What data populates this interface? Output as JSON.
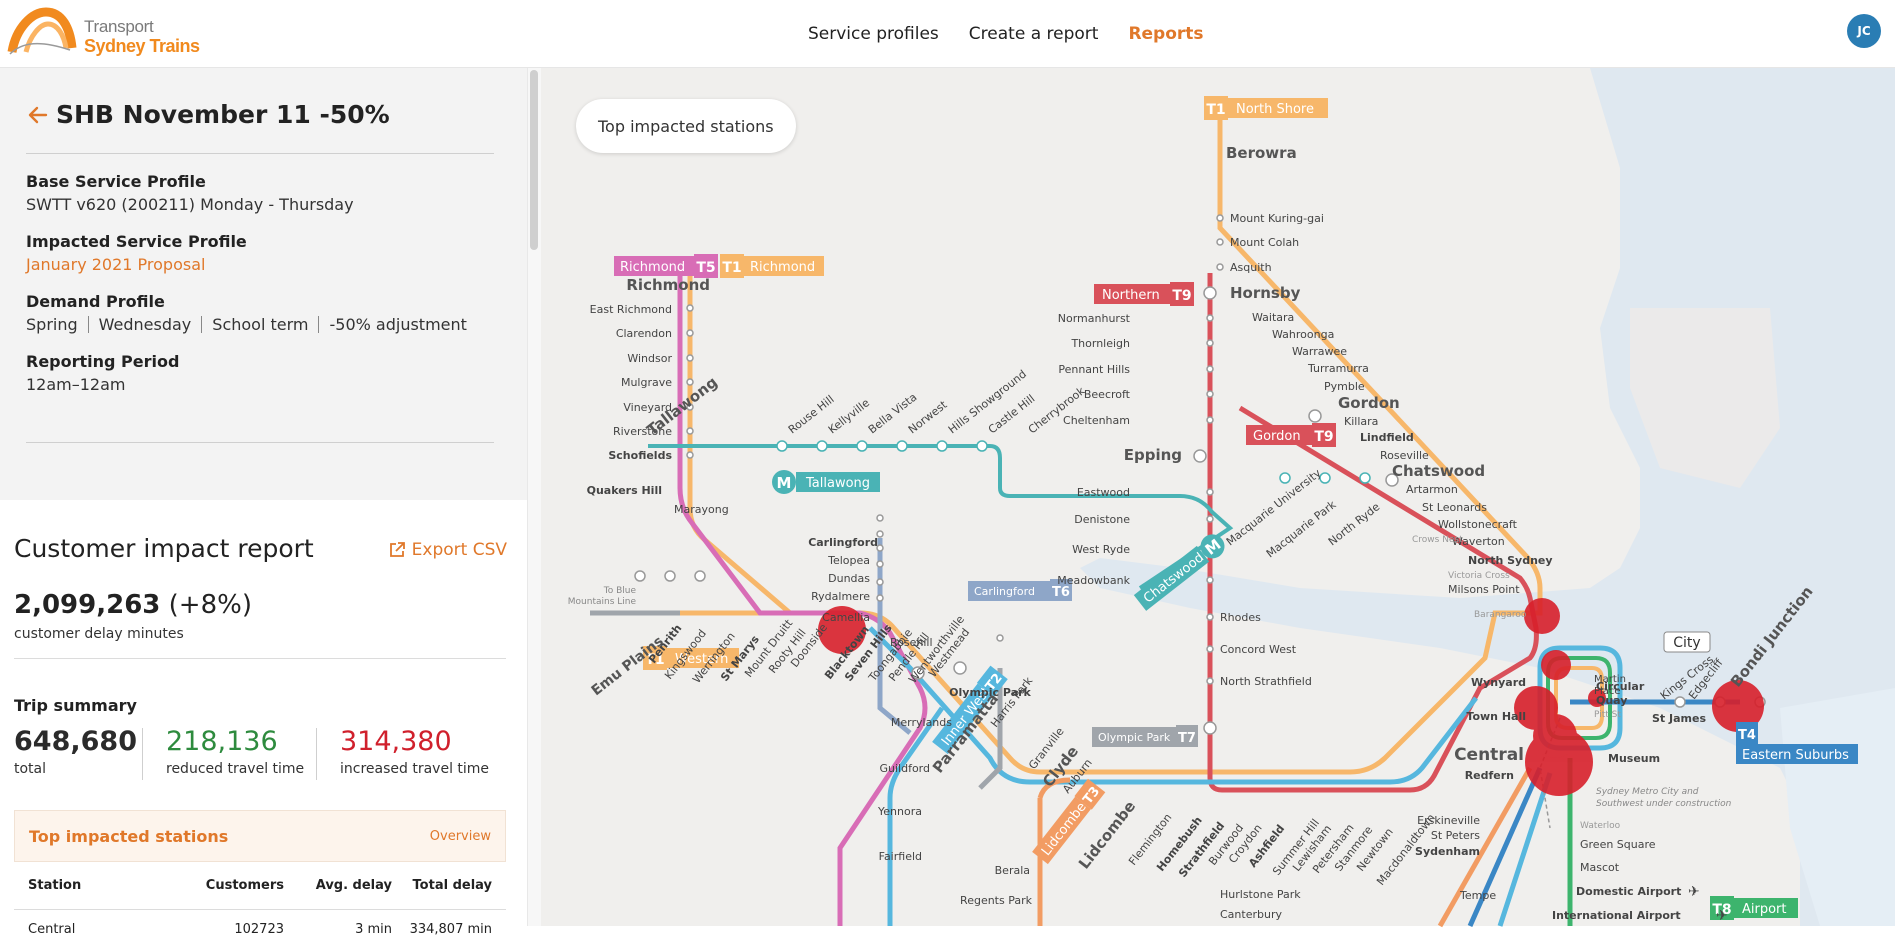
{
  "header": {
    "logo_line1": "Transport",
    "logo_line2": "Sydney Trains",
    "nav": [
      "Service profiles",
      "Create a report",
      "Reports"
    ],
    "active_nav": "Reports",
    "avatar_initials": "JC"
  },
  "profile": {
    "title": "SHB November 11 -50%",
    "base_label": "Base Service Profile",
    "base_value": "SWTT v620 (200211) Monday - Thursday",
    "impacted_label": "Impacted Service Profile",
    "impacted_value": "January 2021 Proposal",
    "demand_label": "Demand Profile",
    "demand_values": [
      "Spring",
      "Wednesday",
      "School term",
      "-50% adjustment"
    ],
    "period_label": "Reporting Period",
    "period_value": "12am–12am"
  },
  "report": {
    "title": "Customer impact report",
    "export_label": "Export CSV",
    "delay_total": "2,099,263",
    "delay_change": "(+8%)",
    "delay_label": "customer delay minutes",
    "trip_summary_label": "Trip summary",
    "trip_total": "648,680",
    "trip_total_label": "total",
    "trip_reduced": "218,136",
    "trip_reduced_label": "reduced travel time",
    "trip_increased": "314,380",
    "trip_increased_label": "increased travel time",
    "table_title": "Top impacted stations",
    "table_link": "Overview",
    "columns": [
      "Station",
      "Customers",
      "Avg. delay",
      "Total delay"
    ],
    "rows": [
      {
        "station": "Central",
        "customers": "102723",
        "avg": "3 min",
        "total": "334,807 min"
      }
    ]
  },
  "map": {
    "chip": "Top impacted stations",
    "colors": {
      "t1": "#f7b76a",
      "t9": "#d9515a",
      "t5": "#d86db6",
      "t2": "#56b7de",
      "t3": "#f29c63",
      "t4": "#3a87c5",
      "t6": "#8ea6c8",
      "t7": "#a0a5ab",
      "t8": "#3db46d",
      "metro": "#4ab3b5",
      "impact": "#d71f2a"
    },
    "labels": {
      "t1ns_badge": "T1",
      "t1ns_name": "North Shore",
      "rich_t5": "T5",
      "rich_t1": "T1",
      "rich_name_l": "Richmond",
      "rich_name_r": "Richmond",
      "northern_name": "Northern",
      "northern_badge": "T9",
      "gordon_name": "Gordon",
      "gordon_badge": "T9",
      "western_badge": "T1",
      "western_name": "Western",
      "carl_name": "Carlingford",
      "carl_badge": "T6",
      "olympic_name": "Olympic Park",
      "olympic_badge": "T7",
      "eastern_badge": "T4",
      "eastern_name": "Eastern Suburbs",
      "airport_badge": "T8",
      "airport_name": "Airport",
      "metro_m": "M",
      "tallawong_badge": "Tallawong",
      "chatswood_badge": "Chatswood",
      "berowra": "Berowra",
      "mount_kuring": "Mount Kuring-gai",
      "mount_colah": "Mount Colah",
      "asquith": "Asquith",
      "hornsby": "Hornsby",
      "waitara": "Waitara",
      "wahroonga": "Wahroonga",
      "warrawee": "Warrawee",
      "turramurra": "Turramurra",
      "pymble": "Pymble",
      "gordon": "Gordon",
      "killara": "Killara",
      "lindfield": "Lindfield",
      "roseville": "Roseville",
      "chatswood": "Chatswood",
      "artarmon": "Artarmon",
      "st_leonards": "St Leonards",
      "wollstonecraft": "Wollstonecraft",
      "waverton": "Waverton",
      "north_sydney": "North Sydney",
      "crows_nest": "Crows Nest",
      "victoria_cross": "Victoria Cross",
      "milsons_point": "Milsons Point",
      "barangaroo": "Barangaroo",
      "normanhurst": "Normanhurst",
      "thornleigh": "Thornleigh",
      "pennant_hills": "Pennant Hills",
      "beecroft": "Beecroft",
      "cheltenham": "Cheltenham",
      "epping": "Epping",
      "eastwood": "Eastwood",
      "denistone": "Denistone",
      "west_ryde": "West Ryde",
      "meadowbank": "Meadowbank",
      "rhodes": "Rhodes",
      "concord_west": "Concord West",
      "north_strathfield": "North Strathfield",
      "richmond": "Richmond",
      "east_richmond": "East Richmond",
      "clarendon": "Clarendon",
      "windsor": "Windsor",
      "mulgrave": "Mulgrave",
      "vineyard": "Vineyard",
      "riverstone": "Riverstone",
      "schofields": "Schofields",
      "quakers_hill": "Quakers Hill",
      "marayong": "Marayong",
      "tallawong": "Tallawong",
      "rouse_hill": "Rouse Hill",
      "kellyville": "Kellyville",
      "bella_vista": "Bella Vista",
      "norwest": "Norwest",
      "hills_showground": "Hills Showground",
      "castle_hill": "Castle Hill",
      "cherrybrook": "Cherrybrook",
      "macquarie_university": "Macquarie University",
      "macquarie_park": "Macquarie Park",
      "north_ryde": "North Ryde",
      "to_blue_1": "To Blue",
      "to_blue_2": "Mountains Line",
      "emu_plains": "Emu Plains",
      "penrith": "Penrith",
      "kingswood": "Kingswood",
      "werrington": "Werrington",
      "st_marys": "St Marys",
      "mount_druitt": "Mount Druitt",
      "rooty_hill": "Rooty Hill",
      "doonside": "Doonside",
      "blacktown": "Blacktown",
      "seven_hills": "Seven Hills",
      "toongabbie": "Toongabbie",
      "pendle_hill": "Pendle Hill",
      "wentworthville": "Wentworthville",
      "westmead": "Westmead",
      "parramatta": "Parramatta",
      "harris_park": "Harris Park",
      "inner_west_badge": "Inner West",
      "inner_west_t": "T2",
      "carlingford": "Carlingford",
      "telopea": "Telopea",
      "dundas": "Dundas",
      "rydalmere": "Rydalmere",
      "camellia": "Camellia",
      "rosehill": "Rosehill",
      "olympic_park": "Olympic Park",
      "clyde": "Clyde",
      "granville": "Granville",
      "auburn": "Auburn",
      "lidcombe": "Lidcombe",
      "lidcombe_badge": "Lidcombe",
      "lidcombe_t": "T3",
      "merrylands": "Merrylands",
      "guildford": "Guildford",
      "yennora": "Yennora",
      "fairfield": "Fairfield",
      "berala": "Berala",
      "regents_park": "Regents Park",
      "flemington": "Flemington",
      "homebush": "Homebush",
      "strathfield": "Strathfield",
      "burwood": "Burwood",
      "croydon": "Croydon",
      "ashfield": "Ashfield",
      "summer_hill": "Summer Hill",
      "lewisham": "Lewisham",
      "petersham": "Petersham",
      "stanmore": "Stanmore",
      "newtown": "Newtown",
      "macdonaldtown": "Macdonaldtown",
      "city": "City",
      "circular_quay_1": "Circular",
      "circular_quay_2": "Quay",
      "wynyard": "Wynyard",
      "town_hall": "Town Hall",
      "martin_place_1": "Martin",
      "martin_place_2": "Place",
      "st_james": "St James",
      "museum": "Museum",
      "central": "Central",
      "redfern": "Redfern",
      "pitt_st": "Pitt St",
      "kings_cross": "Kings Cross",
      "edgecliff": "Edgecliff",
      "bondi_junction": "Bondi Junction",
      "metro_uc_1": "Sydney Metro City and",
      "metro_uc_2": "Southwest under construction",
      "erskineville": "Erskineville",
      "st_peters": "St Peters",
      "sydenham": "Sydenham",
      "waterloo": "Waterloo",
      "green_square": "Green Square",
      "mascot": "Mascot",
      "domestic_airport": "Domestic Airport",
      "international_airport": "International Airport",
      "tempe": "Tempe",
      "hurlstone_park": "Hurlstone Park",
      "canterbury": "Canterbury"
    }
  }
}
